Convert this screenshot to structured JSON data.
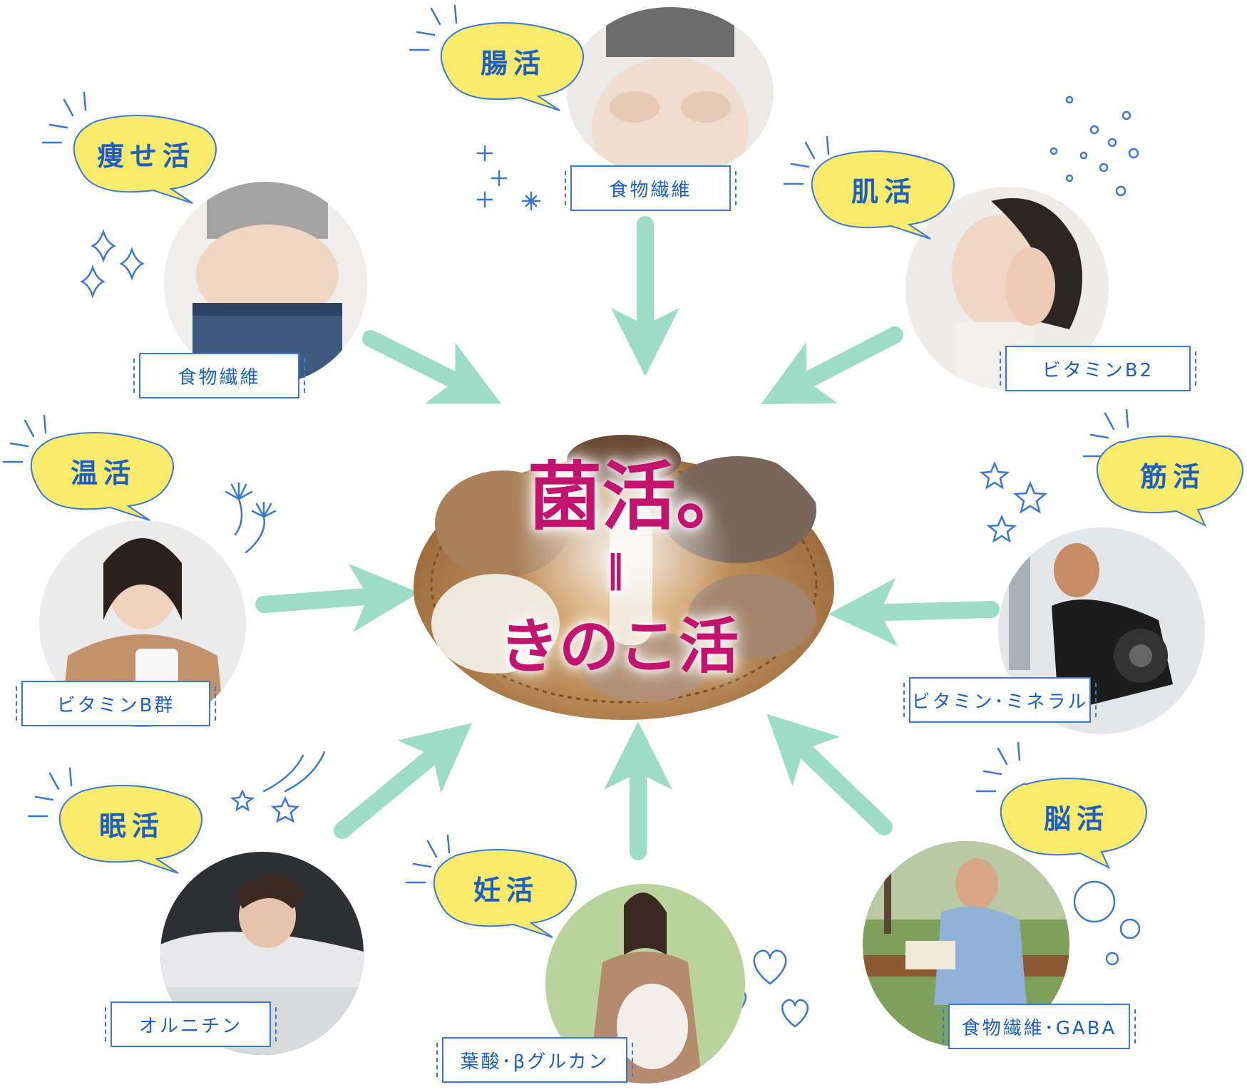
{
  "center": {
    "line1": "菌活。",
    "separator": "‖",
    "line2": "きのこ活"
  },
  "colors": {
    "accent_magenta": "#c2136f",
    "bubble_yellow": "#fbeb6c",
    "line_blue": "#3a78d6",
    "text_blue": "#1a5fc1",
    "arrow_mint": "#9ddcc6"
  },
  "activities": [
    {
      "id": "chokatsu",
      "label": "腸活",
      "nutrient": "食物繊維",
      "icon": "belly-photo"
    },
    {
      "id": "hadakatsu",
      "label": "肌活",
      "nutrient": "ビタミンB2",
      "icon": "skin-care-photo"
    },
    {
      "id": "kinkatsu",
      "label": "筋活",
      "nutrient": "ビタミン･ミネラル",
      "icon": "workout-photo"
    },
    {
      "id": "noukatsu",
      "label": "脳活",
      "nutrient": "食物繊維･GABA",
      "icon": "reading-photo"
    },
    {
      "id": "ninkatsu",
      "label": "妊活",
      "nutrient": "葉酸･βグルカン",
      "icon": "pregnancy-photo"
    },
    {
      "id": "minkatsu",
      "label": "眠活",
      "nutrient": "オルニチン",
      "icon": "sleep-photo"
    },
    {
      "id": "onkatsu",
      "label": "温活",
      "nutrient": "ビタミンB群",
      "icon": "warm-drink-photo"
    },
    {
      "id": "yasekatsu",
      "label": "痩せ活",
      "nutrient": "食物繊維",
      "icon": "slim-waist-photo"
    }
  ]
}
